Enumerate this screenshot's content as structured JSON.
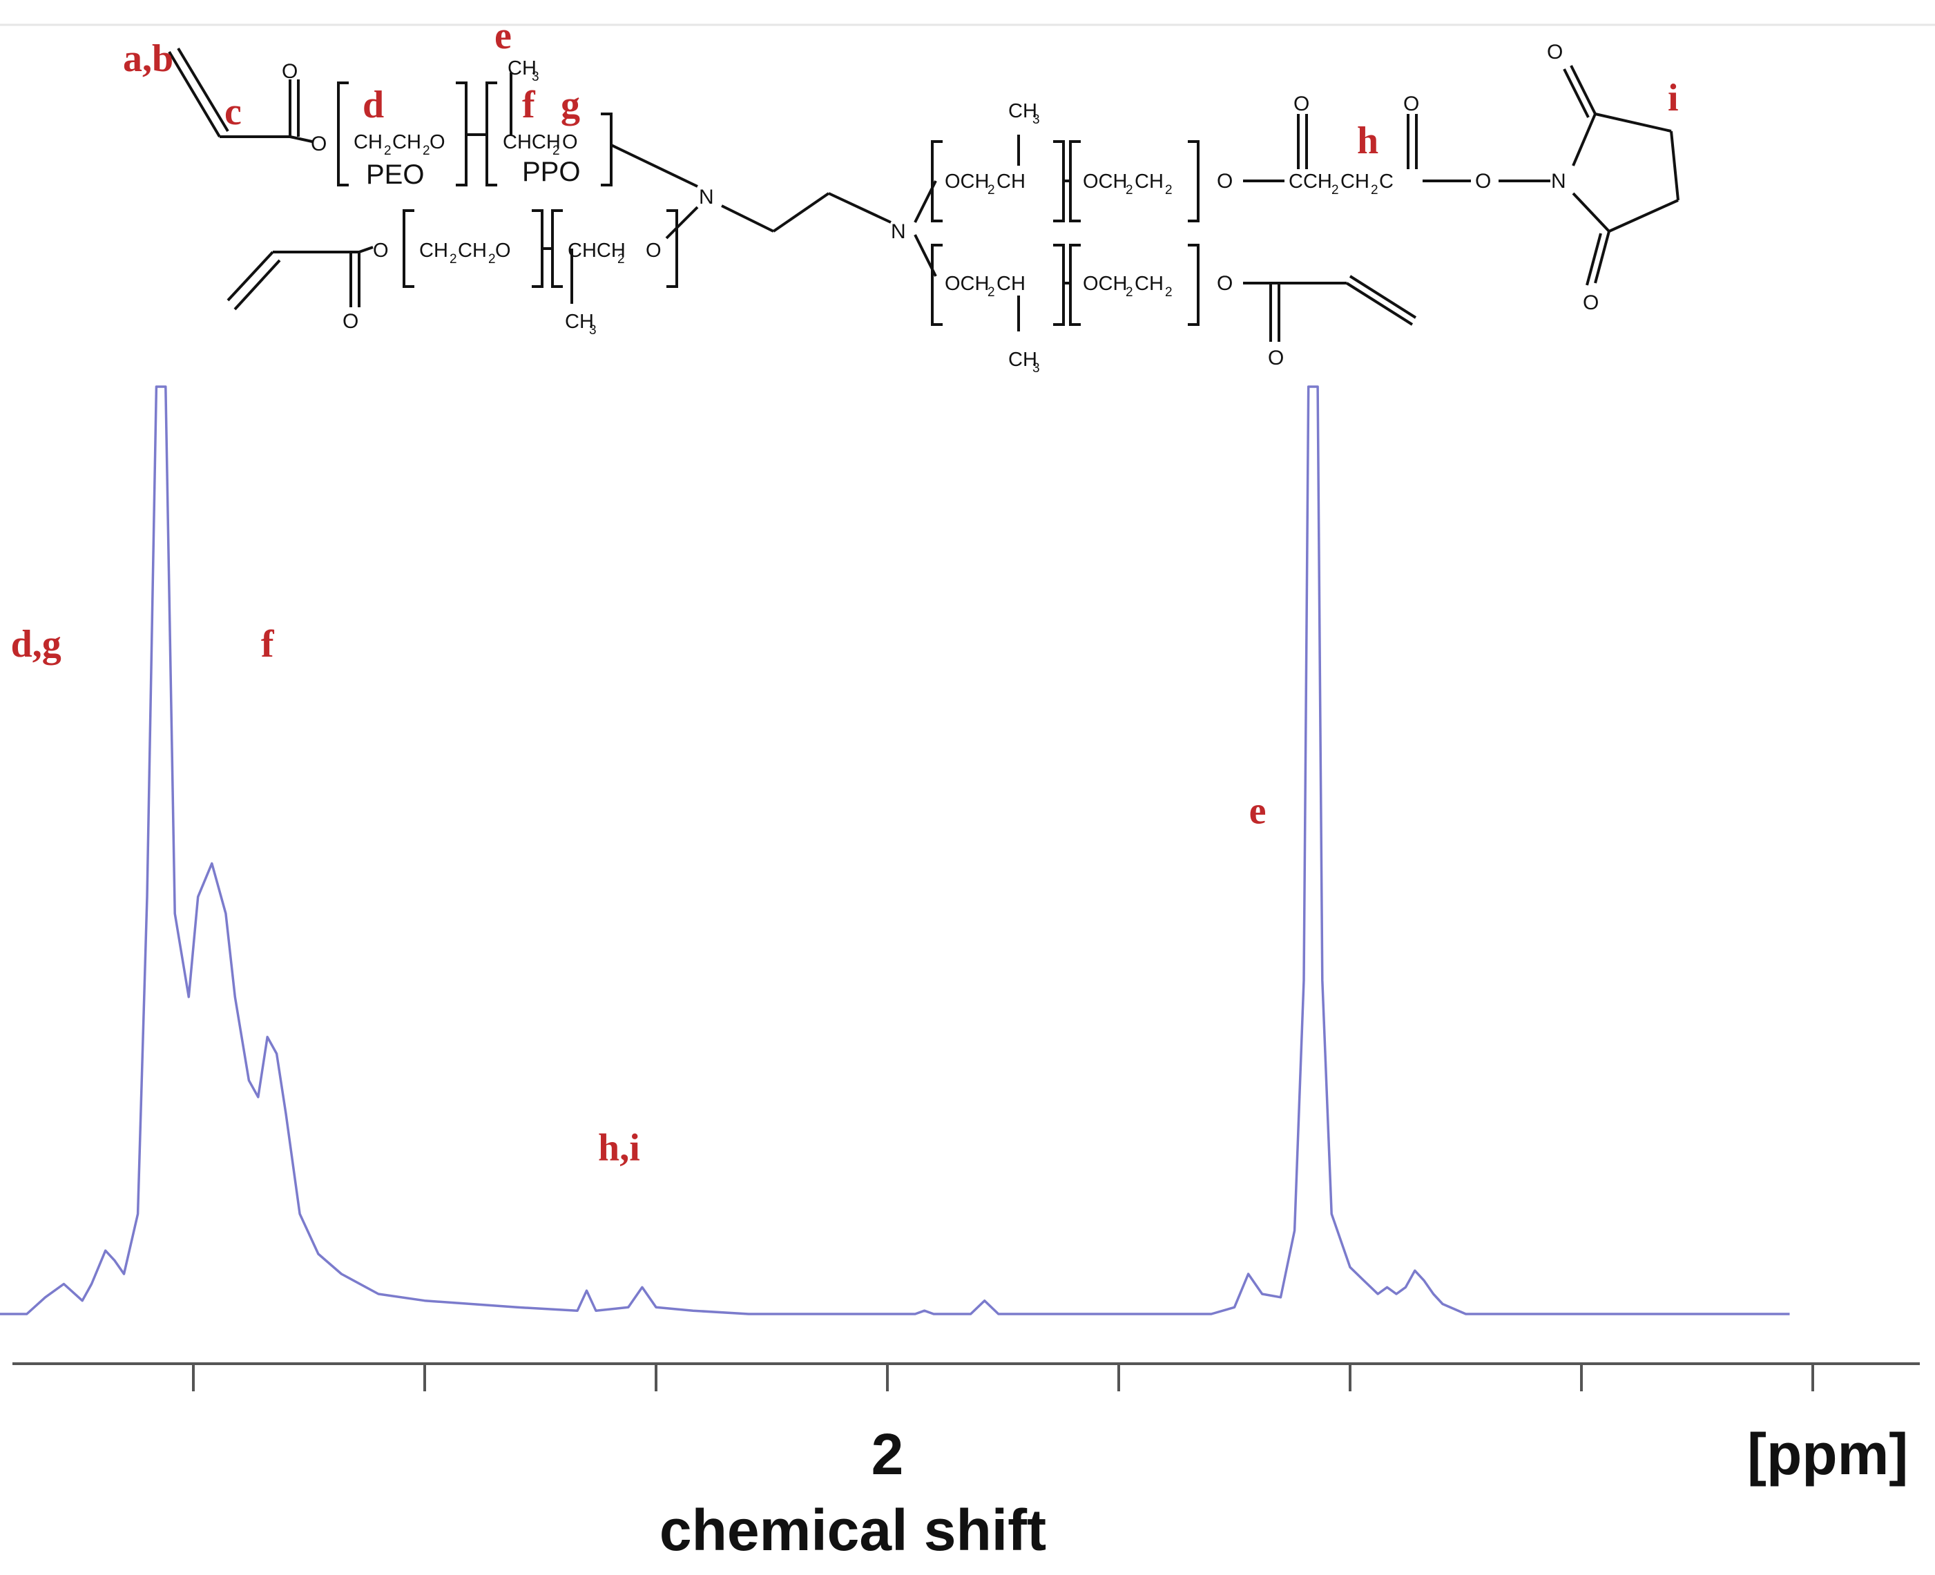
{
  "chart_data": {
    "type": "line",
    "xlabel": "chemical shift",
    "unit_label": "[ppm]",
    "x_axis_reversed": true,
    "xlim": [
      7.5,
      0.0
    ],
    "major_ticks": [
      6,
      4,
      2
    ],
    "minor_tick_step": 0.5,
    "line_color": "#7b7bcc",
    "series": [
      {
        "points": [
          [
            7.3,
            0.0
          ],
          [
            7.21,
            0.0
          ],
          [
            7.2,
            0.28
          ],
          [
            7.19,
            0.0
          ],
          [
            6.99,
            0.0
          ],
          [
            6.97,
            0.01
          ],
          [
            6.95,
            0.0
          ],
          [
            6.88,
            0.0
          ],
          [
            6.86,
            0.01
          ],
          [
            6.84,
            0.0
          ],
          [
            6.74,
            0.0
          ],
          [
            6.73,
            0.05
          ],
          [
            6.72,
            0.0
          ],
          [
            6.52,
            0.0
          ],
          [
            6.49,
            0.05
          ],
          [
            6.46,
            0.015
          ],
          [
            6.44,
            0.065
          ],
          [
            6.41,
            0.015
          ],
          [
            6.22,
            0.0
          ],
          [
            6.19,
            0.045
          ],
          [
            6.16,
            0.015
          ],
          [
            6.13,
            0.04
          ],
          [
            6.09,
            0.015
          ],
          [
            6.06,
            0.02
          ],
          [
            6.04,
            0.0
          ],
          [
            5.85,
            0.0
          ],
          [
            5.83,
            0.065
          ],
          [
            5.8,
            0.02
          ],
          [
            5.78,
            0.055
          ],
          [
            5.75,
            0.0
          ],
          [
            4.35,
            0.0
          ],
          [
            4.31,
            0.05
          ],
          [
            4.28,
            0.12
          ],
          [
            4.25,
            0.06
          ],
          [
            4.21,
            0.0
          ],
          [
            3.86,
            0.0
          ],
          [
            3.82,
            0.05
          ],
          [
            3.78,
            0.09
          ],
          [
            3.74,
            0.04
          ],
          [
            3.72,
            0.09
          ],
          [
            3.69,
            0.19
          ],
          [
            3.67,
            0.16
          ],
          [
            3.65,
            0.12
          ],
          [
            3.62,
            0.3
          ],
          [
            3.6,
            1.25
          ],
          [
            3.58,
            3.0
          ],
          [
            3.56,
            3.0
          ],
          [
            3.54,
            1.2
          ],
          [
            3.51,
            0.95
          ],
          [
            3.49,
            1.25
          ],
          [
            3.46,
            1.35
          ],
          [
            3.43,
            1.2
          ],
          [
            3.41,
            0.95
          ],
          [
            3.38,
            0.7
          ],
          [
            3.36,
            0.65
          ],
          [
            3.34,
            0.83
          ],
          [
            3.32,
            0.78
          ],
          [
            3.3,
            0.6
          ],
          [
            3.27,
            0.3
          ],
          [
            3.23,
            0.18
          ],
          [
            3.18,
            0.12
          ],
          [
            3.1,
            0.06
          ],
          [
            3.0,
            0.04
          ],
          [
            2.8,
            0.02
          ],
          [
            2.67,
            0.01
          ],
          [
            2.65,
            0.07
          ],
          [
            2.63,
            0.01
          ],
          [
            2.56,
            0.02
          ],
          [
            2.53,
            0.08
          ],
          [
            2.5,
            0.02
          ],
          [
            2.42,
            0.01
          ],
          [
            2.3,
            0.0
          ],
          [
            1.94,
            0.0
          ],
          [
            1.92,
            0.01
          ],
          [
            1.9,
            0.0
          ],
          [
            1.82,
            0.0
          ],
          [
            1.79,
            0.04
          ],
          [
            1.76,
            0.0
          ],
          [
            1.3,
            0.0
          ],
          [
            1.25,
            0.02
          ],
          [
            1.22,
            0.12
          ],
          [
            1.19,
            0.06
          ],
          [
            1.15,
            0.05
          ],
          [
            1.12,
            0.25
          ],
          [
            1.1,
            1.0
          ],
          [
            1.09,
            3.0
          ],
          [
            1.07,
            3.0
          ],
          [
            1.06,
            1.0
          ],
          [
            1.04,
            0.3
          ],
          [
            1.0,
            0.14
          ],
          [
            0.97,
            0.1
          ],
          [
            0.94,
            0.06
          ],
          [
            0.92,
            0.08
          ],
          [
            0.9,
            0.06
          ],
          [
            0.88,
            0.08
          ],
          [
            0.86,
            0.13
          ],
          [
            0.84,
            0.1
          ],
          [
            0.82,
            0.06
          ],
          [
            0.8,
            0.03
          ],
          [
            0.75,
            0.0
          ],
          [
            0.05,
            0.0
          ]
        ]
      }
    ],
    "peak_labels": [
      {
        "text": "a",
        "x": 6.45,
        "y_level": 0.35
      },
      {
        "text": "c",
        "x": 6.14,
        "y_level": 0.35
      },
      {
        "text": "b",
        "x": 5.8,
        "y_level": 0.35
      },
      {
        "text": "d,g",
        "x": 3.84,
        "y_level": 1.97
      },
      {
        "text": "f",
        "x": 3.34,
        "y_level": 1.97
      },
      {
        "text": "h,i",
        "x": 2.58,
        "y_level": 0.46
      },
      {
        "text": "e",
        "x": 1.2,
        "y_level": 1.47
      }
    ]
  },
  "structure": {
    "red_labels": [
      "a,b",
      "c",
      "d",
      "e",
      "f",
      "g",
      "h",
      "i"
    ],
    "text": {
      "O": "O",
      "N": "N",
      "CH3": "CH",
      "sub3": "3",
      "sub2": "2",
      "ch2ch2o": "CH",
      "ch2ch2o_mid": "CH",
      "o_tail": "O",
      "chch2o": "CHCH",
      "peo": "PEO",
      "ppo": "PPO",
      "och2ch": "OCH",
      "och_tail": "CH",
      "och2ch2": "OCH",
      "cch2ch2c": "CCH",
      "cch_mid": "CH",
      "c_tail": "C"
    }
  }
}
